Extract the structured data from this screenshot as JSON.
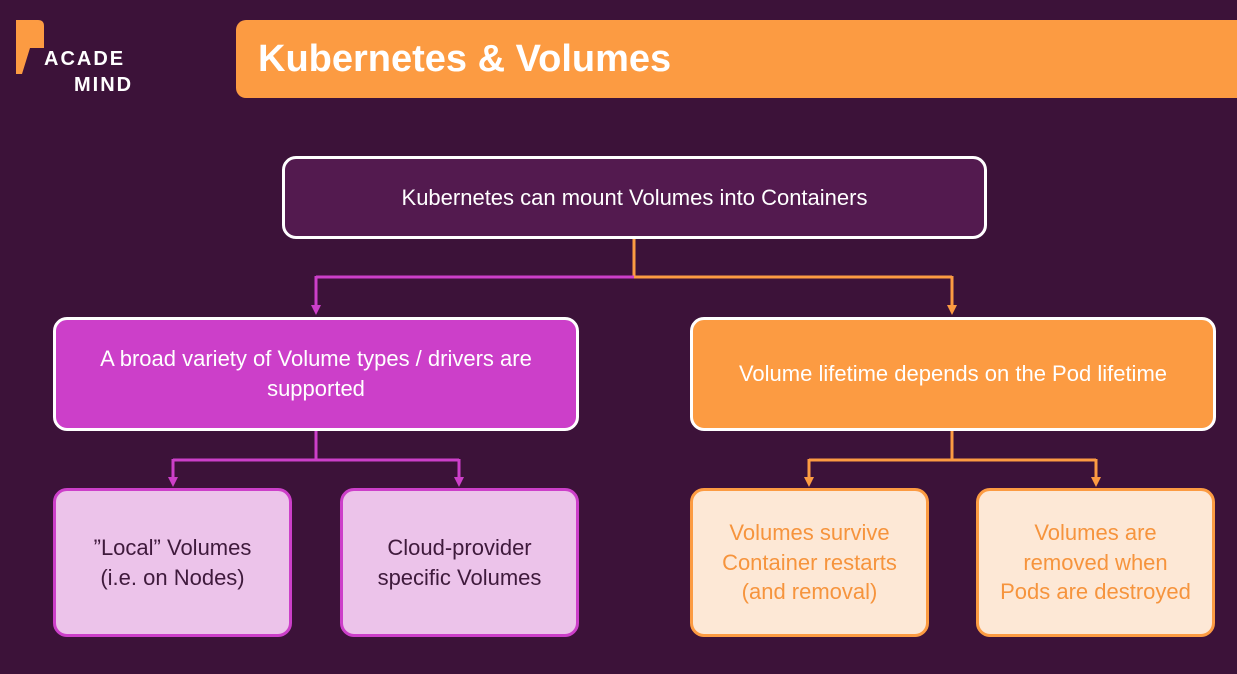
{
  "logo": {
    "line1": "ACADE",
    "line2": "MIND"
  },
  "title": "Kubernetes & Volumes",
  "root": {
    "label": "Kubernetes can mount Volumes into Containers"
  },
  "left_branch": {
    "label": "A broad variety of Volume types / drivers are supported",
    "children": [
      {
        "label": "”Local” Volumes (i.e. on Nodes)"
      },
      {
        "label": "Cloud-provider specific Volumes"
      }
    ]
  },
  "right_branch": {
    "label": "Volume lifetime depends on the Pod lifetime",
    "children": [
      {
        "label": "Volumes survive Container restarts (and removal)"
      },
      {
        "label": "Volumes are removed when Pods are destroyed"
      }
    ]
  },
  "colors": {
    "background": "#3c1239",
    "accent_orange": "#fc9b42",
    "accent_purple": "#cc3fc9",
    "light_purple": "#ecc3ea",
    "light_orange": "#fde8d6"
  }
}
